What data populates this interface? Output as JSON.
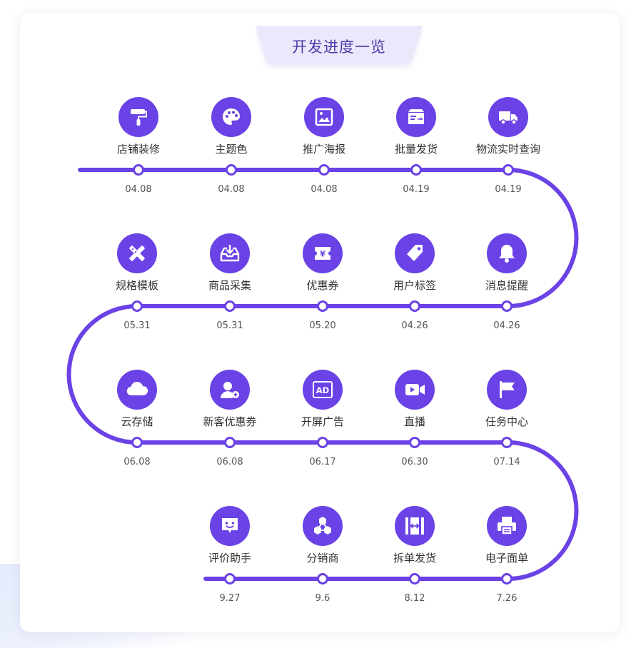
{
  "title": "开发进度一览",
  "colors": {
    "accent": "#6a42e6",
    "title_text": "#4a3aa8",
    "tab_bg": "#ece8fb"
  },
  "rows": [
    {
      "items": [
        {
          "label": "店铺装修",
          "date": "04.08",
          "icon": "paint-roller-icon"
        },
        {
          "label": "主题色",
          "date": "04.08",
          "icon": "palette-icon"
        },
        {
          "label": "推广海报",
          "date": "04.08",
          "icon": "picture-icon"
        },
        {
          "label": "批量发货",
          "date": "04.19",
          "icon": "box-icon"
        },
        {
          "label": "物流实时查询",
          "date": "04.19",
          "icon": "truck-icon"
        }
      ]
    },
    {
      "items": [
        {
          "label": "规格模板",
          "date": "05.31",
          "icon": "ruler-pencil-icon"
        },
        {
          "label": "商品采集",
          "date": "05.31",
          "icon": "inbox-download-icon"
        },
        {
          "label": "优惠券",
          "date": "05.20",
          "icon": "coupon-icon"
        },
        {
          "label": "用户标签",
          "date": "04.26",
          "icon": "tag-icon"
        },
        {
          "label": "消息提醒",
          "date": "04.26",
          "icon": "bell-icon"
        }
      ]
    },
    {
      "items": [
        {
          "label": "云存储",
          "date": "06.08",
          "icon": "cloud-icon"
        },
        {
          "label": "新客优惠券",
          "date": "06.08",
          "icon": "add-user-icon"
        },
        {
          "label": "开屏广告",
          "date": "06.17",
          "icon": "ad-icon"
        },
        {
          "label": "直播",
          "date": "06.30",
          "icon": "video-icon"
        },
        {
          "label": "任务中心",
          "date": "07.14",
          "icon": "flag-icon"
        }
      ]
    },
    {
      "items": [
        {
          "label": "评价助手",
          "date": "9.27",
          "icon": "review-icon"
        },
        {
          "label": "分销商",
          "date": "9.6",
          "icon": "network-icon"
        },
        {
          "label": "拆单发货",
          "date": "8.12",
          "icon": "split-icon"
        },
        {
          "label": "电子面单",
          "date": "7.26",
          "icon": "printer-icon"
        }
      ]
    }
  ]
}
